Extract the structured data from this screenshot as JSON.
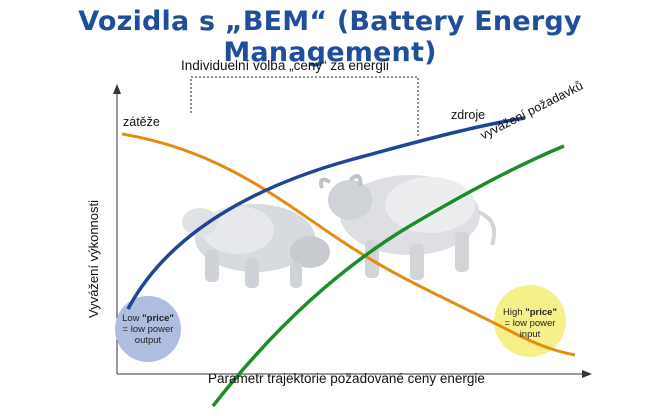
{
  "title": "Vozidla s „BEM“ (Battery Energy Management)",
  "bracket_label": "Individuelní volba „ceny“ za energii",
  "y_axis_label": "Vyvážení výkonnosti",
  "x_axis_label": "Parametr  trajektorie požadované ceny energie",
  "curves": {
    "load_label": "zátěže",
    "source_label": "zdroje",
    "balance_label": "vyvážení požadavků"
  },
  "low_price": {
    "line1": "Low ",
    "price": "\"price\"",
    "line2": "= low power",
    "line3": "output"
  },
  "high_price": {
    "line1": "High ",
    "price": "\"price\"",
    "line2": "= low power",
    "line3": "input"
  },
  "colors": {
    "title": "#1f4e9a",
    "load_curve": "#e58a12",
    "source_curve": "#1f4596",
    "balance_curve": "#1e8c2a",
    "low_bubble": "#aebde0",
    "high_bubble": "#f6f08a"
  }
}
